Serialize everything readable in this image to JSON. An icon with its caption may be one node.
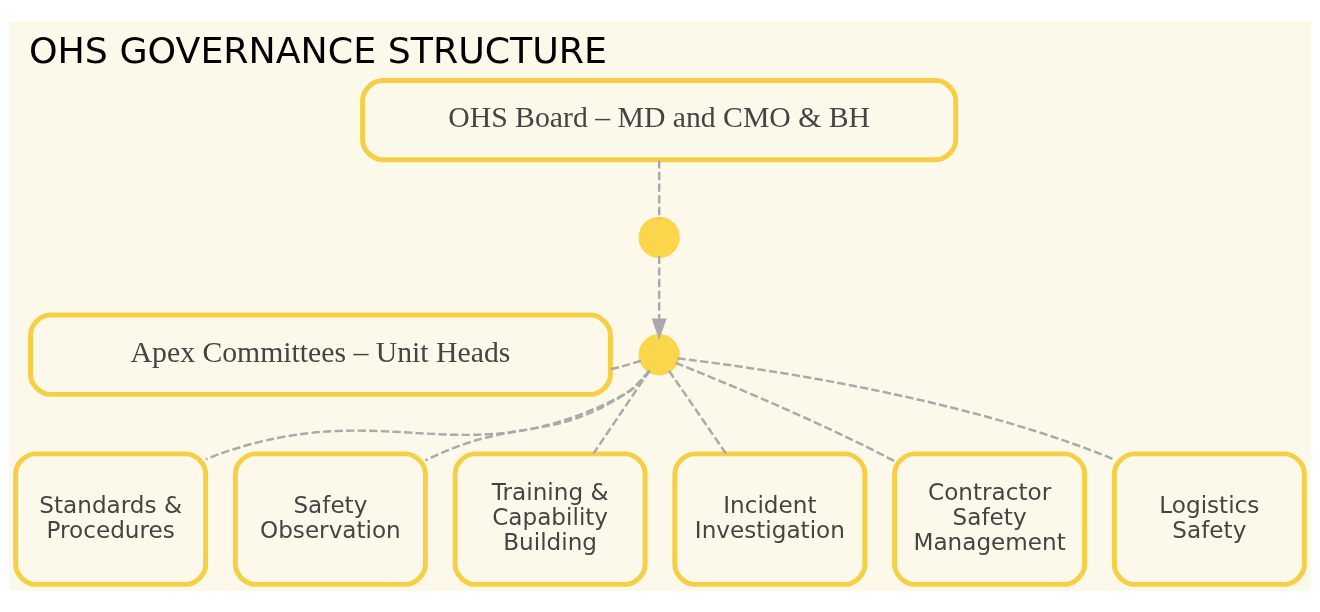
{
  "diagram": {
    "title": "OHS GOVERNANCE STRUCTURE",
    "nodes": [
      {
        "text": [
          "OHS Board – MD and CMO & BH"
        ]
      },
      {
        "text": [],
        "shape": "circle"
      },
      {
        "text": [
          "Apex Committees – Unit Heads"
        ]
      },
      {
        "text": [],
        "shape": "circle"
      },
      {
        "text": [
          "Standards & Procedures"
        ]
      },
      {
        "text": [
          "Safety Observation"
        ]
      },
      {
        "text": [
          "Training & Capability Building"
        ]
      },
      {
        "text": [
          "Incident Investigation"
        ]
      },
      {
        "text": [
          "Contractor Safety Management"
        ]
      },
      {
        "text": [
          "Logistics Safety"
        ]
      }
    ],
    "edges": [
      {
        "from": 0,
        "to": 1,
        "arrow": "none",
        "style": "dashed"
      },
      {
        "from": 1,
        "to": 3,
        "arrow": "to",
        "style": "dashed"
      },
      {
        "from": 2,
        "to": 3,
        "arrow": "none",
        "style": "dashed"
      },
      {
        "from": 3,
        "to": 4,
        "arrow": "none",
        "style": "dashed"
      },
      {
        "from": 3,
        "to": 5,
        "arrow": "none",
        "style": "dashed"
      },
      {
        "from": 3,
        "to": 6,
        "arrow": "none",
        "style": "dashed"
      },
      {
        "from": 3,
        "to": 7,
        "arrow": "none",
        "style": "dashed"
      },
      {
        "from": 3,
        "to": 8,
        "arrow": "none",
        "style": "dashed"
      },
      {
        "from": 3,
        "to": 9,
        "arrow": "none",
        "style": "dashed"
      }
    ]
  }
}
